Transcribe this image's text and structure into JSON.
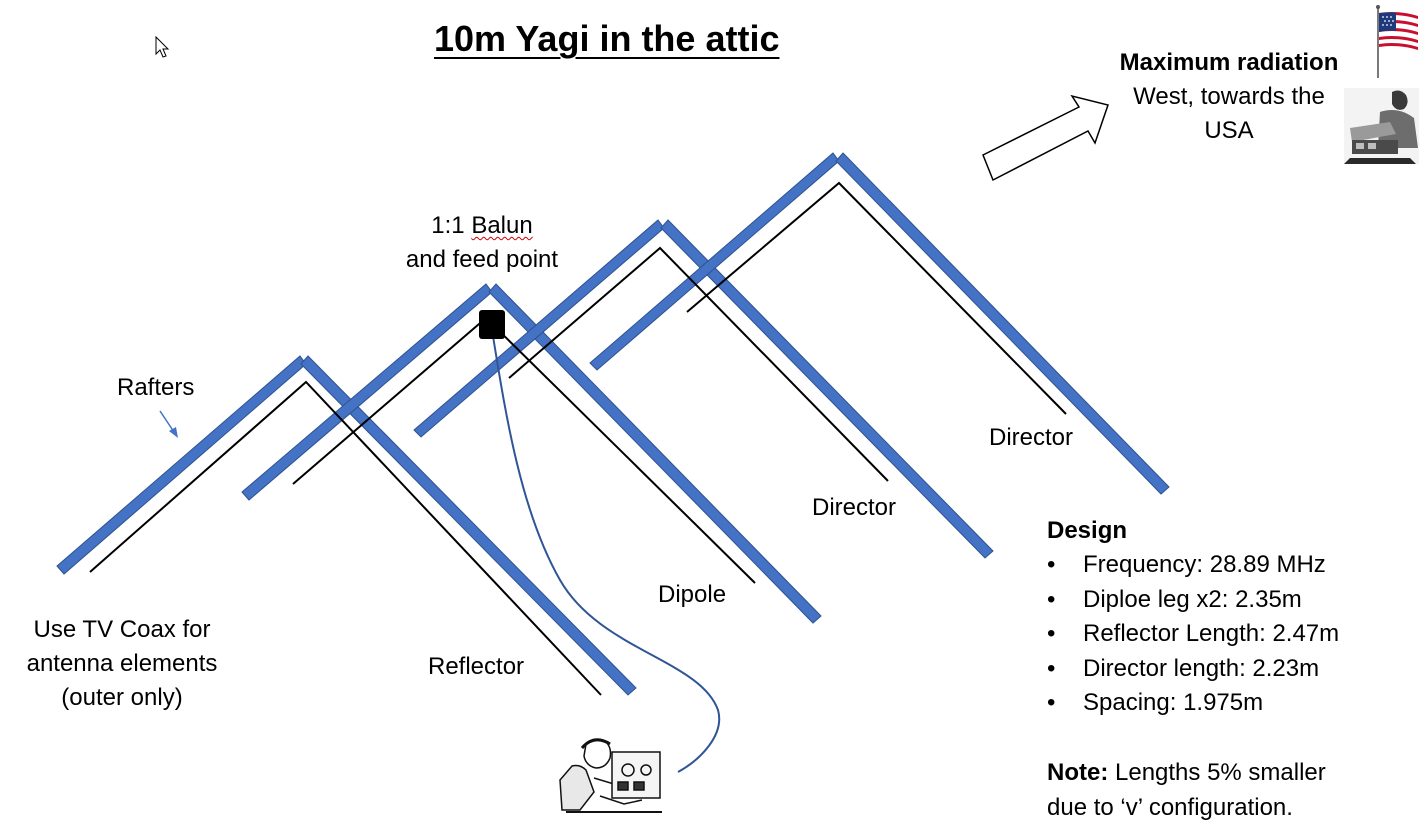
{
  "title": "10m Yagi in the attic",
  "labels": {
    "rafters": "Rafters",
    "balun_line1": "1:1",
    "balun_word": "Balun",
    "balun_line2": "and feed point",
    "coax_line1": "Use TV Coax for",
    "coax_line2": "antenna elements",
    "coax_line3": "(outer only)",
    "reflector": "Reflector",
    "dipole": "Dipole",
    "director_1": "Director",
    "director_2": "Director"
  },
  "radiation": {
    "heading": "Maximum radiation",
    "line1": "West, towards the",
    "line2": "USA"
  },
  "design": {
    "heading": "Design",
    "items": [
      "Frequency: 28.89 MHz",
      "Diploe leg x2: 2.35m",
      "Reflector Length: 2.47m",
      "Director length: 2.23m",
      "Spacing: 1.975m"
    ],
    "note_label": "Note:",
    "note_line1": " Lengths 5% smaller",
    "note_line2": "due to ‘v’ configuration."
  },
  "colors": {
    "rafter": "#4472c4",
    "rafter_stroke": "#2f528f",
    "element": "#000000",
    "coax": "#2f5597",
    "balun": "#000000"
  },
  "icons": [
    "cursor-icon",
    "us-flag-icon",
    "operator-photo-icon",
    "radio-operator-icon"
  ]
}
